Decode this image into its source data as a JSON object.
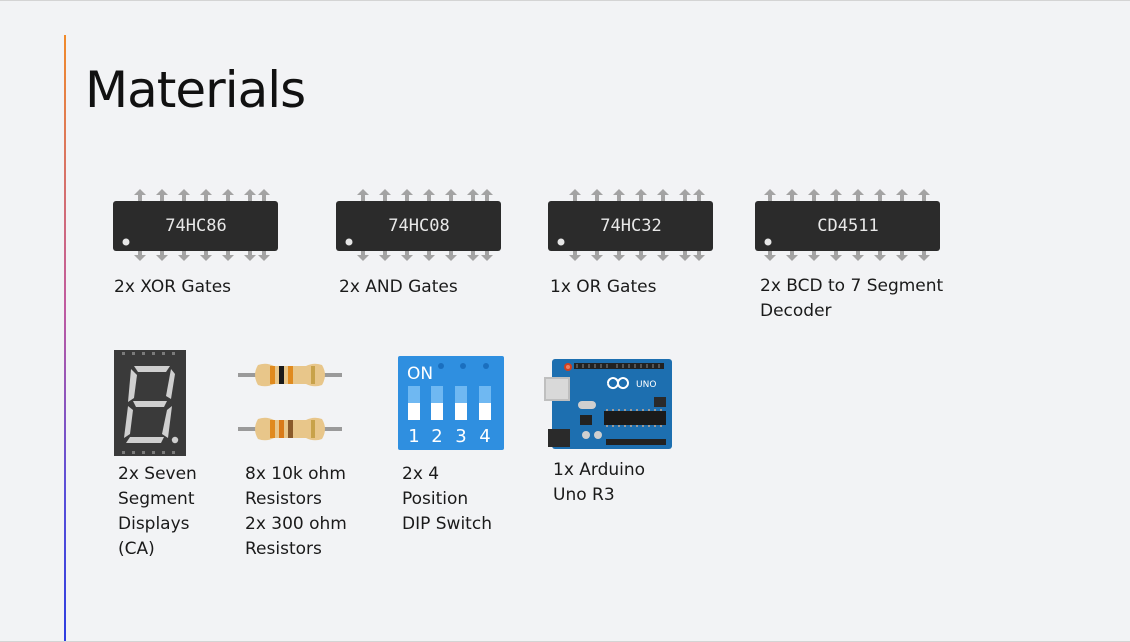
{
  "slide": {
    "title": "Materials"
  },
  "chips": [
    {
      "label": "74HC86",
      "caption": "2x XOR Gates"
    },
    {
      "label": "74HC08",
      "caption": "2x AND Gates"
    },
    {
      "label": "74HC32",
      "caption": "1x OR Gates"
    },
    {
      "label": "CD4511",
      "caption_lines": [
        "2x BCD to 7 Segment",
        "Decoder"
      ]
    }
  ],
  "components": {
    "seven_segment": {
      "caption_lines": [
        "2x Seven",
        "Segment",
        "Displays",
        "(CA)"
      ]
    },
    "resistors": {
      "caption_lines": [
        "8x 10k ohm",
        "Resistors",
        "2x 300 ohm",
        "Resistors"
      ]
    },
    "dip_switch": {
      "on_label": "ON",
      "positions": [
        "1",
        "2",
        "3",
        "4"
      ],
      "caption_lines": [
        "2x 4",
        "Position",
        "DIP Switch"
      ]
    },
    "arduino": {
      "logo_text": "UNO",
      "caption_lines": [
        "1x Arduino",
        "Uno R3"
      ]
    }
  },
  "colors": {
    "chip_body": "#2b2b2b",
    "chip_pin": "#a3a3a3",
    "dip_blue": "#2f8fe0",
    "arduino_blue": "#1d6fb0",
    "accent_top": "#f08a2a",
    "accent_bottom": "#2e3ee0"
  }
}
